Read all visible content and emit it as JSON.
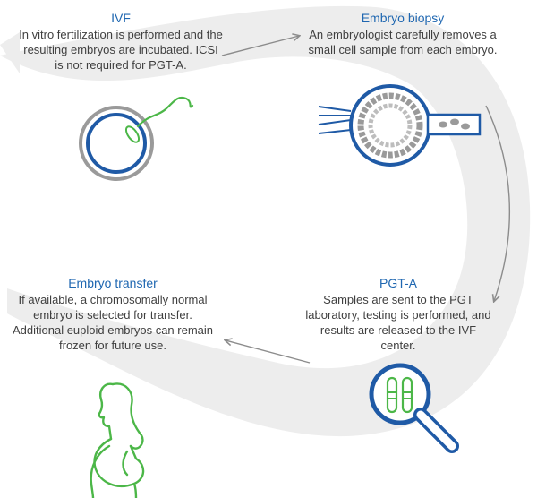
{
  "steps": {
    "ivf": {
      "title": "IVF",
      "body": "In vitro fertilization is performed and the resulting embryos are incubated. ICSI is not required for PGT-A.",
      "icon": "egg-sperm-icon"
    },
    "biopsy": {
      "title": "Embryo biopsy",
      "body": "An embryologist carefully removes a small cell sample from each embryo.",
      "icon": "embryo-biopsy-icon"
    },
    "pgta": {
      "title": "PGT-A",
      "body": "Samples are sent to the PGT laboratory, testing is performed, and results are released to the IVF center.",
      "icon": "magnifier-chromosome-icon"
    },
    "transfer": {
      "title": "Embryo transfer",
      "body": "If available, a chromosomally normal embryo is selected for transfer. Additional euploid embryos can remain frozen for future use.",
      "icon": "pregnant-woman-icon"
    }
  },
  "colors": {
    "title_blue": "#1f67b1",
    "body_text": "#3f3f3f",
    "ring_blue": "#1f5aa6",
    "accent_green": "#4cb748",
    "flow_band": "#ededed",
    "arrow_gray": "#8c8c8c"
  }
}
